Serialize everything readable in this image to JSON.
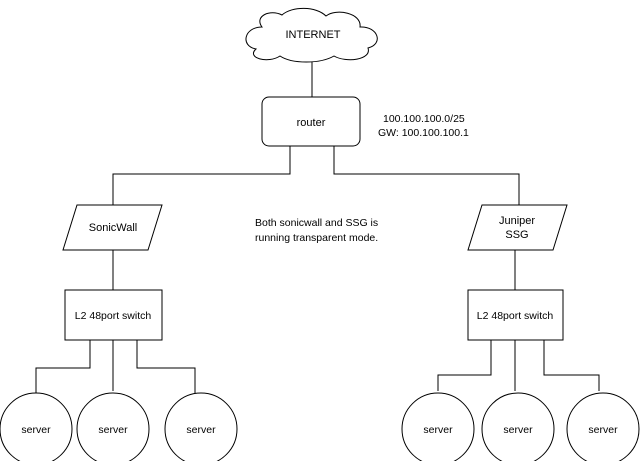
{
  "diagram": {
    "internet": {
      "label": "INTERNET"
    },
    "router": {
      "label": "router"
    },
    "network": {
      "subnet": "100.100.100.0/25",
      "gateway": "GW: 100.100.100.1"
    },
    "note": {
      "line1": "Both sonicwall and SSG is",
      "line2": "running transparent mode."
    },
    "firewall_left": {
      "label": "SonicWall"
    },
    "firewall_right": {
      "line1": "Juniper",
      "line2": "SSG"
    },
    "switch_left": {
      "label": "L2 48port switch"
    },
    "switch_right": {
      "label": "L2 48port switch"
    },
    "servers_left": [
      "server",
      "server",
      "server"
    ],
    "servers_right": [
      "server",
      "server",
      "server"
    ]
  }
}
